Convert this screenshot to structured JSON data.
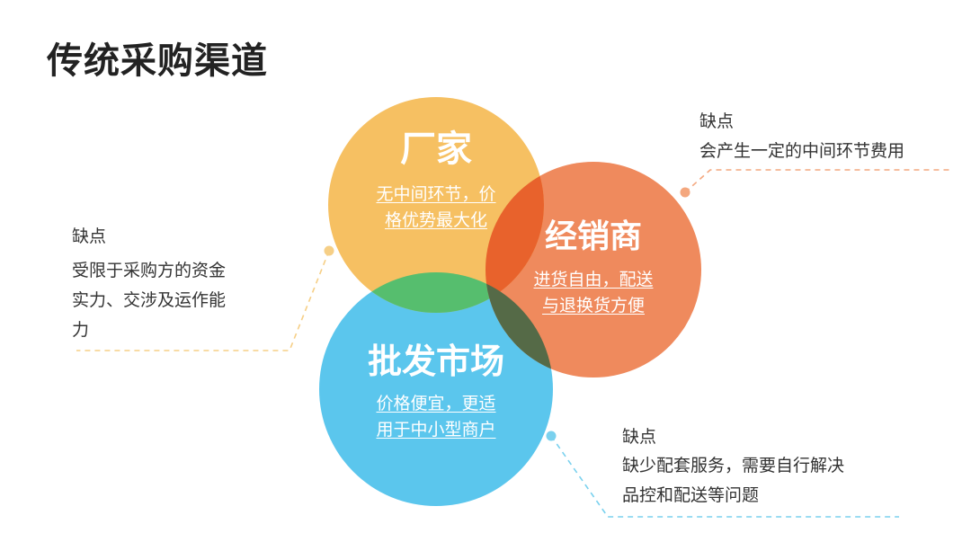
{
  "title": "传统采购渠道",
  "colors": {
    "factory": "#F6C062",
    "dealer": "#EF8A5D",
    "wholesale": "#5BC6ED",
    "overlap_factory_wholesale": "#56BE6E",
    "overlap_factory_dealer": "#E8622C",
    "overlap_dealer_wholesale": "#556A47",
    "leader_orange": "#F4A77E",
    "leader_yellow": "#F6CF86",
    "leader_blue": "#7AD1EE"
  },
  "circles": {
    "factory": {
      "title": "厂家",
      "desc_lines": [
        "无中间环节，价",
        "格优势最大化"
      ]
    },
    "dealer": {
      "title": "经销商",
      "desc_lines": [
        "进货自由，配送",
        "与退换货方便"
      ]
    },
    "wholesale": {
      "title": "批发市场",
      "desc_lines": [
        "价格便宜，更适",
        "用于中小型商户"
      ]
    }
  },
  "notes": {
    "factory": {
      "heading": "缺点",
      "lines": [
        "受限于采购方的资金",
        "实力、交涉及运作能",
        "力"
      ]
    },
    "dealer": {
      "heading": "缺点",
      "lines": [
        "会产生一定的中间环节费用"
      ]
    },
    "wholesale": {
      "heading": "缺点",
      "lines": [
        "缺少配套服务，需要自行解决",
        "品控和配送等问题"
      ]
    }
  }
}
